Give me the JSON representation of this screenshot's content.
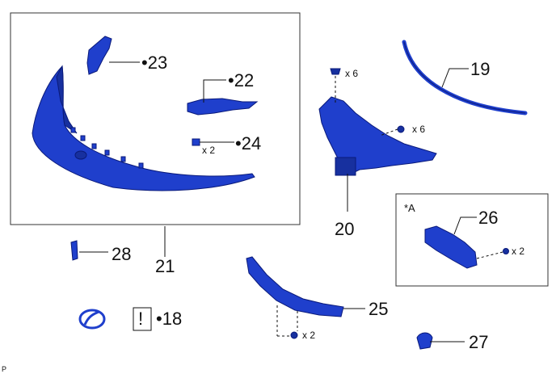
{
  "diagram": {
    "parts": [
      {
        "id": "21",
        "label": "21"
      },
      {
        "id": "23",
        "label": "23",
        "bullet": "•"
      },
      {
        "id": "22",
        "label": "22",
        "bullet": "•"
      },
      {
        "id": "24",
        "label": "24",
        "bullet": "•",
        "qty": "x 2"
      },
      {
        "id": "19",
        "label": "19"
      },
      {
        "id": "20",
        "label": "20"
      },
      {
        "id": "26",
        "label": "26",
        "qty": "x 2"
      },
      {
        "id": "28",
        "label": "28"
      },
      {
        "id": "18",
        "label": "18",
        "bullet": "•"
      },
      {
        "id": "25",
        "label": "25",
        "qty": "x 2"
      },
      {
        "id": "27",
        "label": "27"
      }
    ],
    "clip_top_qty": "x 6",
    "clip_side_qty": "x 6",
    "caution_mark": "!",
    "inset_tag": "*A",
    "corner_code": "P",
    "colors": {
      "part_fill": "#1f3fcc",
      "part_edge": "#0a1a7a",
      "line": "#111111"
    }
  }
}
